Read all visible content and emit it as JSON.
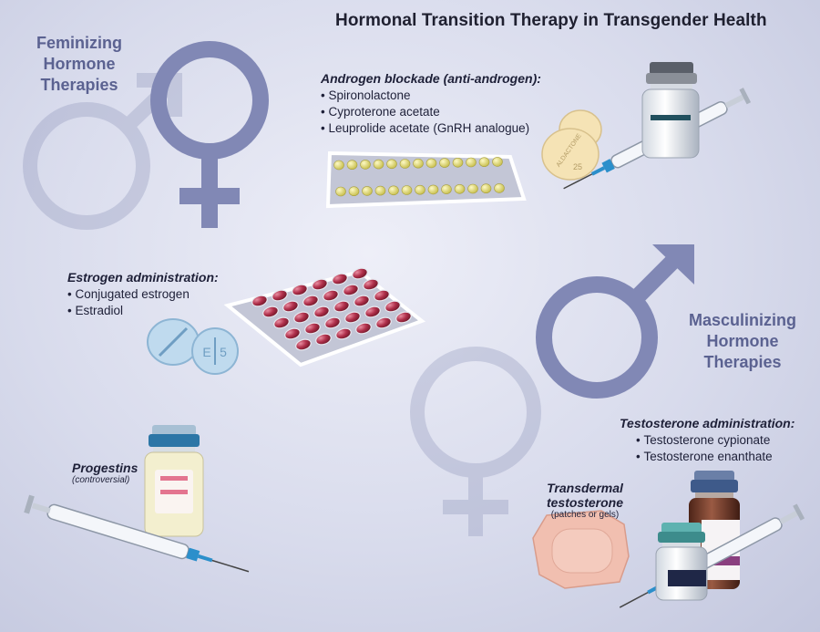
{
  "title": "Hormonal Transition Therapy in Transgender Health",
  "feminizing": {
    "heading_lines": [
      "Feminizing",
      "Hormone",
      "Therapies"
    ]
  },
  "masculinizing": {
    "heading_lines": [
      "Masculinizing",
      "Hormone",
      "Therapies"
    ]
  },
  "androgen_blockade": {
    "heading": "Androgen blockade (anti-androgen):",
    "items": [
      "Spironolactone",
      "Cyproterone acetate",
      "Leuprolide acetate (GnRH analogue)"
    ],
    "pill_imprint": [
      "ALDACTONE",
      "25"
    ]
  },
  "estrogen": {
    "heading": "Estrogen administration:",
    "items": [
      "Conjugated estrogen",
      "Estradiol"
    ],
    "pill_imprint": [
      "E",
      "5"
    ]
  },
  "progestins": {
    "heading": "Progestins",
    "note": "(controversial)"
  },
  "testosterone": {
    "heading": "Testosterone administration:",
    "items": [
      "Testosterone cypionate",
      "Testosterone enanthate"
    ]
  },
  "transdermal": {
    "heading": "Transdermal testosterone",
    "note": "(patches or gels)"
  },
  "icons": [
    "female-symbol-icon",
    "male-symbol-icon",
    "syringe-icon",
    "vial-icon",
    "blister-pack-icon",
    "pill-icon",
    "patch-icon"
  ],
  "colors": {
    "symbol": "#8188b5",
    "heading_blue": "#5b6291",
    "text": "#1e2038",
    "yellow_pill": "#e8e27a",
    "red_pill": "#b0304b",
    "blue_pill": "#b7d4e8",
    "tan_pill": "#f5e3b5",
    "patch": "#f1bfb0"
  }
}
